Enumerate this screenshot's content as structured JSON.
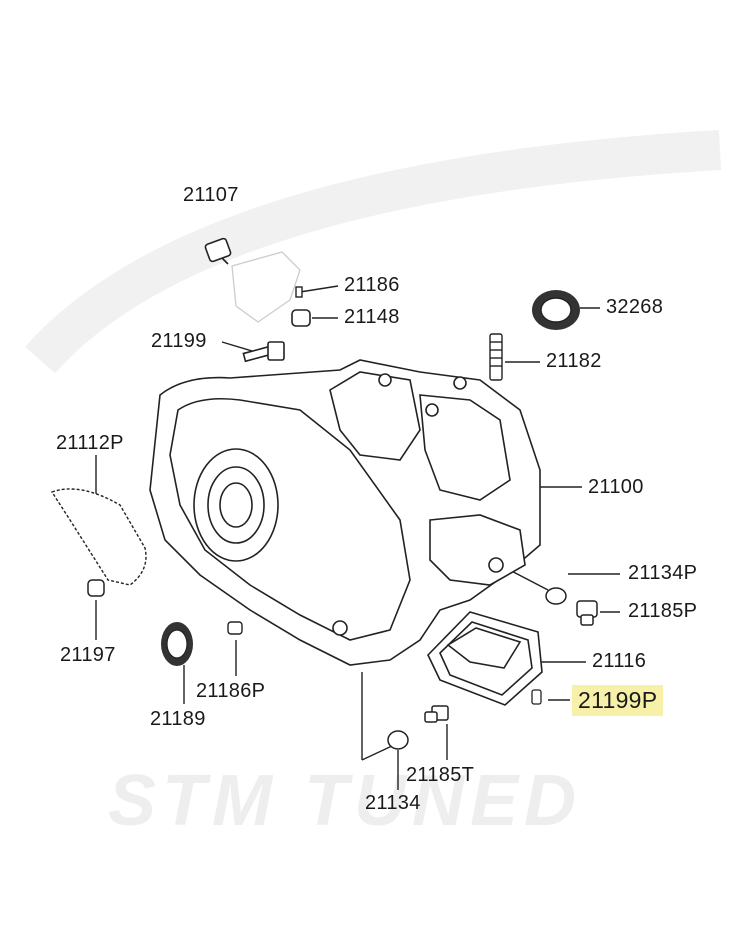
{
  "watermark": "STM TUNED",
  "labels": {
    "p21107": "21107",
    "p21186": "21186",
    "p21148": "21148",
    "p32268": "32268",
    "p21199": "21199",
    "p21182": "21182",
    "p21112P": "21112P",
    "p21100": "21100",
    "p21134P": "21134P",
    "p21185P": "21185P",
    "p21197": "21197",
    "p21116": "21116",
    "p21186P": "21186P",
    "p21199P": "21199P",
    "p21189": "21189",
    "p21185T": "21185T",
    "p21134": "21134"
  },
  "highlight_color": "#f7f0a8"
}
